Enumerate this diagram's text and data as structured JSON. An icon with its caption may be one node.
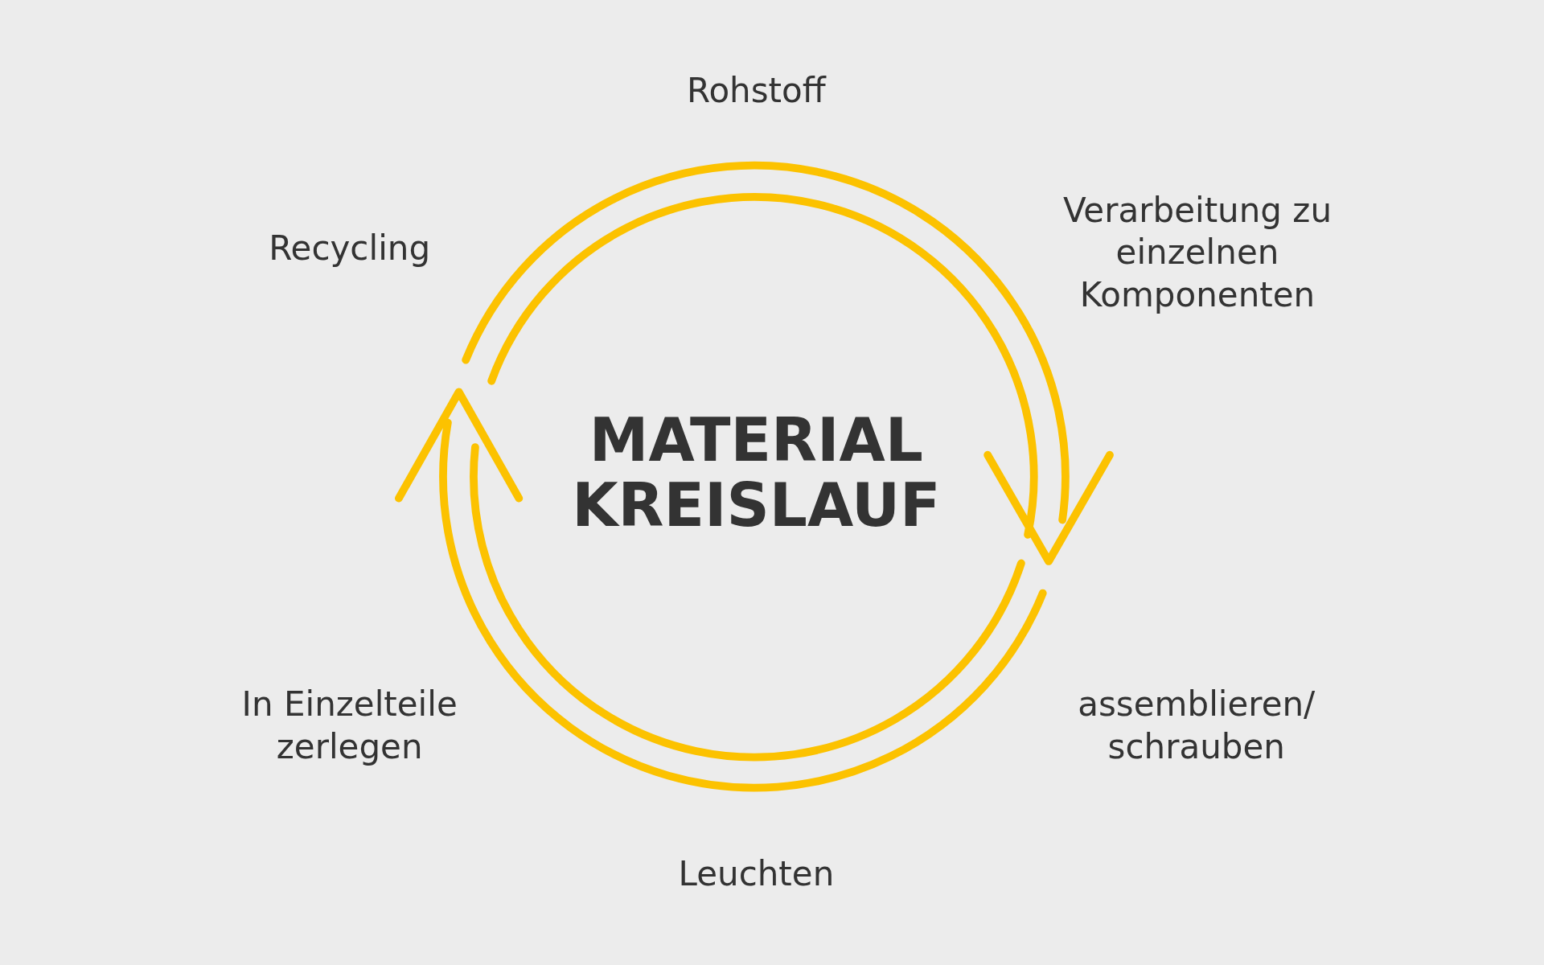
{
  "diagram": {
    "title": "MATERIAL KREISLAUF",
    "labels": [
      "Rohstoff",
      "Recycling",
      "Verarbeitung zu einzelnen Komponenten",
      "In Einzelteile zerlegen",
      "assemblieren/ schrauben",
      "Leuchten"
    ]
  }
}
